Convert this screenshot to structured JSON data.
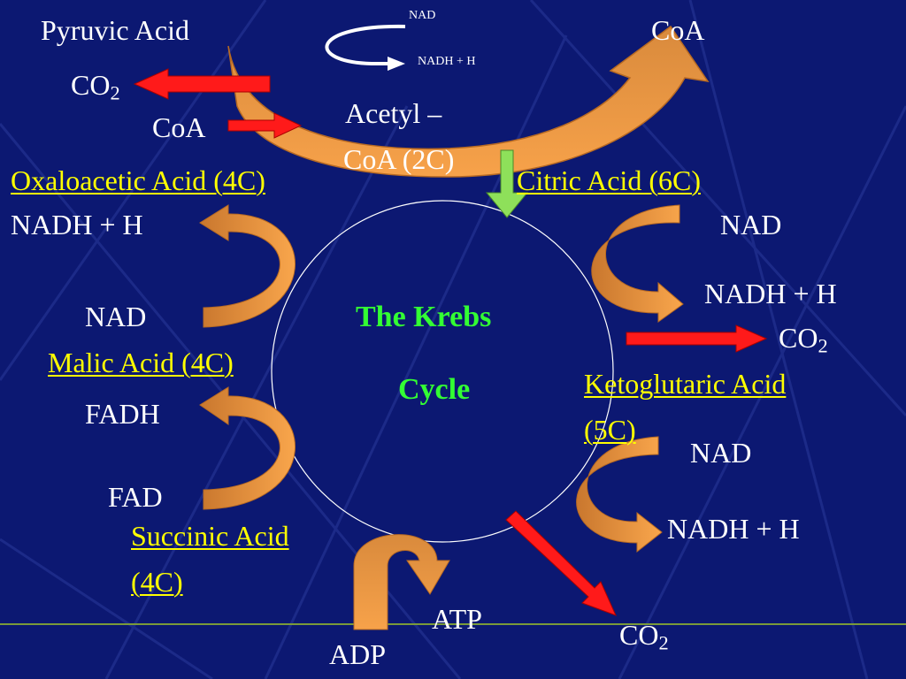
{
  "top": {
    "pyruvic": "Pyruvic Acid",
    "coa_right": "CoA",
    "nad_small": "NAD",
    "nadh_small": "NADH + H",
    "co2": "CO",
    "co2_sub": "2",
    "coa_in": "CoA",
    "acetyl_line1": "Acetyl –",
    "acetyl_line2": "CoA (2C)"
  },
  "compounds": {
    "oxaloacetic": "Oxaloacetic Acid (4C)",
    "citric": "Citric Acid  (6C)",
    "malic": "Malic Acid (4C)",
    "ketoglutaric_line1": "Ketoglutaric Acid",
    "ketoglutaric_line2": "(5C)",
    "succinic_line1": "Succinic Acid",
    "succinic_line2": "(4C)"
  },
  "center": {
    "title_line1": "The Krebs",
    "title_line2": "Cycle"
  },
  "right": {
    "nad1": "NAD",
    "nadh1": "NADH + H",
    "co2": "CO",
    "co2_sub": "2",
    "nad2": "NAD",
    "nadh2": "NADH + H"
  },
  "left": {
    "nadh": "NADH + H",
    "nad": "NAD",
    "fadh": "FADH",
    "fad": "FAD"
  },
  "bottom": {
    "adp": "ADP",
    "atp": "ATP",
    "co2": "CO",
    "co2_sub": "2"
  },
  "colors": {
    "background": "#0c1872",
    "orange_arrow": "#f59a3a",
    "red_arrow": "#ff1a1a",
    "green_arrow": "#8ee05a",
    "compound_text": "#ffff00",
    "title_text": "#33ff33"
  }
}
